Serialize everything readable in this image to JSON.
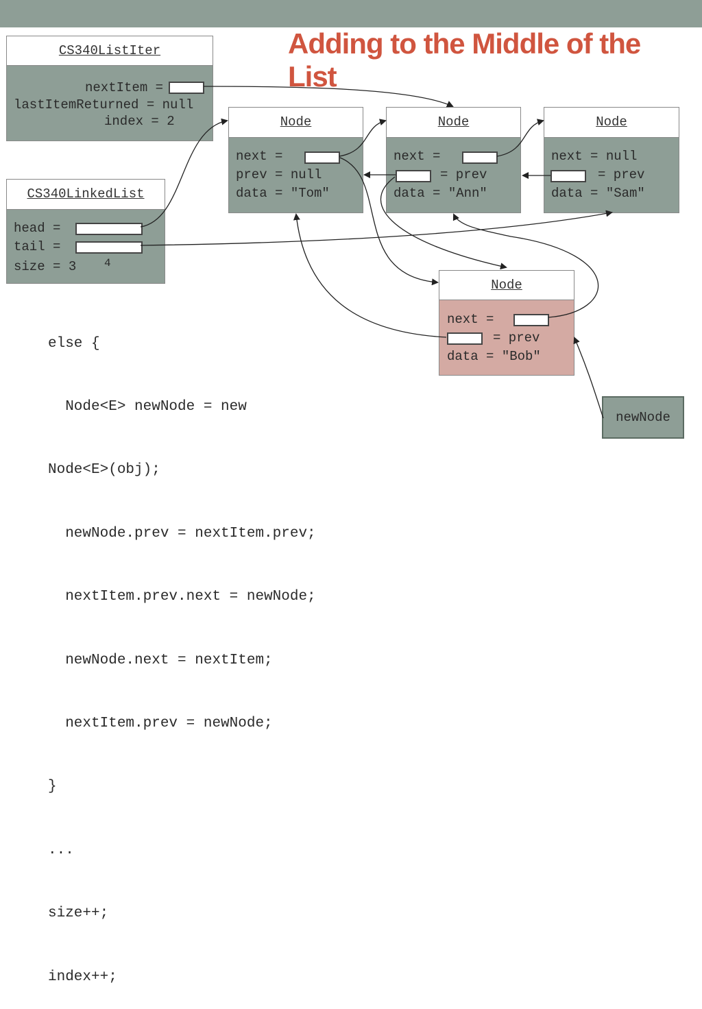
{
  "slide": {
    "title": "Adding to the Middle of the List",
    "colors": {
      "accent": "#d0553f",
      "panel": "#8e9e96",
      "highlight": "#d4aaa3"
    }
  },
  "iter": {
    "header": "CS340ListIter",
    "next_item": "nextItem =",
    "last_item": "lastItemReturned = null",
    "index": "index = 2"
  },
  "list": {
    "header": "CS340LinkedList",
    "head": "head =",
    "tail": "tail =",
    "size": "size = 3",
    "size_new": "4"
  },
  "nodes": [
    {
      "header": "Node",
      "next": "next =",
      "prev": "prev = null",
      "data": "data = \"Tom\""
    },
    {
      "header": "Node",
      "next": "next =",
      "prev": "= prev",
      "data": "data = \"Ann\""
    },
    {
      "header": "Node",
      "next": "next = null",
      "prev": "= prev",
      "data": "data = \"Sam\""
    }
  ],
  "new_node": {
    "header": "Node",
    "next": "next =",
    "prev": "= prev",
    "data": "data = \"Bob\""
  },
  "new_node_ref": "newNode",
  "code_lines": [
    "else {",
    "  Node<E> newNode = new",
    "Node<E>(obj);",
    "  newNode.prev = nextItem.prev;",
    "  nextItem.prev.next = newNode;",
    "  newNode.next = nextItem;",
    "  nextItem.prev = newNode;",
    "}",
    "...",
    "size++;",
    "index++;"
  ]
}
